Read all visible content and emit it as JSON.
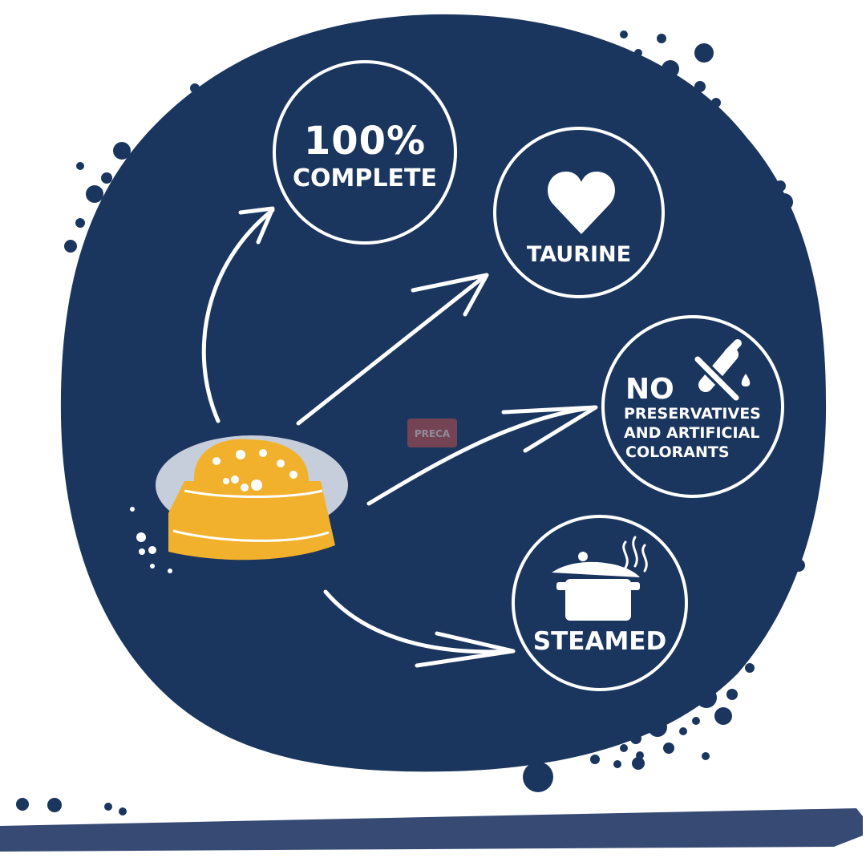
{
  "colors": {
    "navy": "#1b365e",
    "white": "#ffffff",
    "bowl": "#f2b12d",
    "bowl_outline": "#c7cedb",
    "stripe": "#364a74"
  },
  "badges": {
    "complete": {
      "line1": "100%",
      "line2": "COMPLETE",
      "icon": "none"
    },
    "taurine": {
      "label": "TAURINE",
      "icon": "heart-icon"
    },
    "preservatives": {
      "line1": "NO",
      "line2": "PRESERVATIVES",
      "line3": "AND ARTIFICIAL",
      "line4": "COLORANTS",
      "icon": "crossed-test-tube-icon"
    },
    "steamed": {
      "label": "STEAMED",
      "icon": "steaming-pot-icon"
    }
  },
  "center_logo": {
    "text": "PRECA",
    "icon": "watermark-logo"
  },
  "food_bowl": {
    "icon": "food-bowl-icon"
  }
}
